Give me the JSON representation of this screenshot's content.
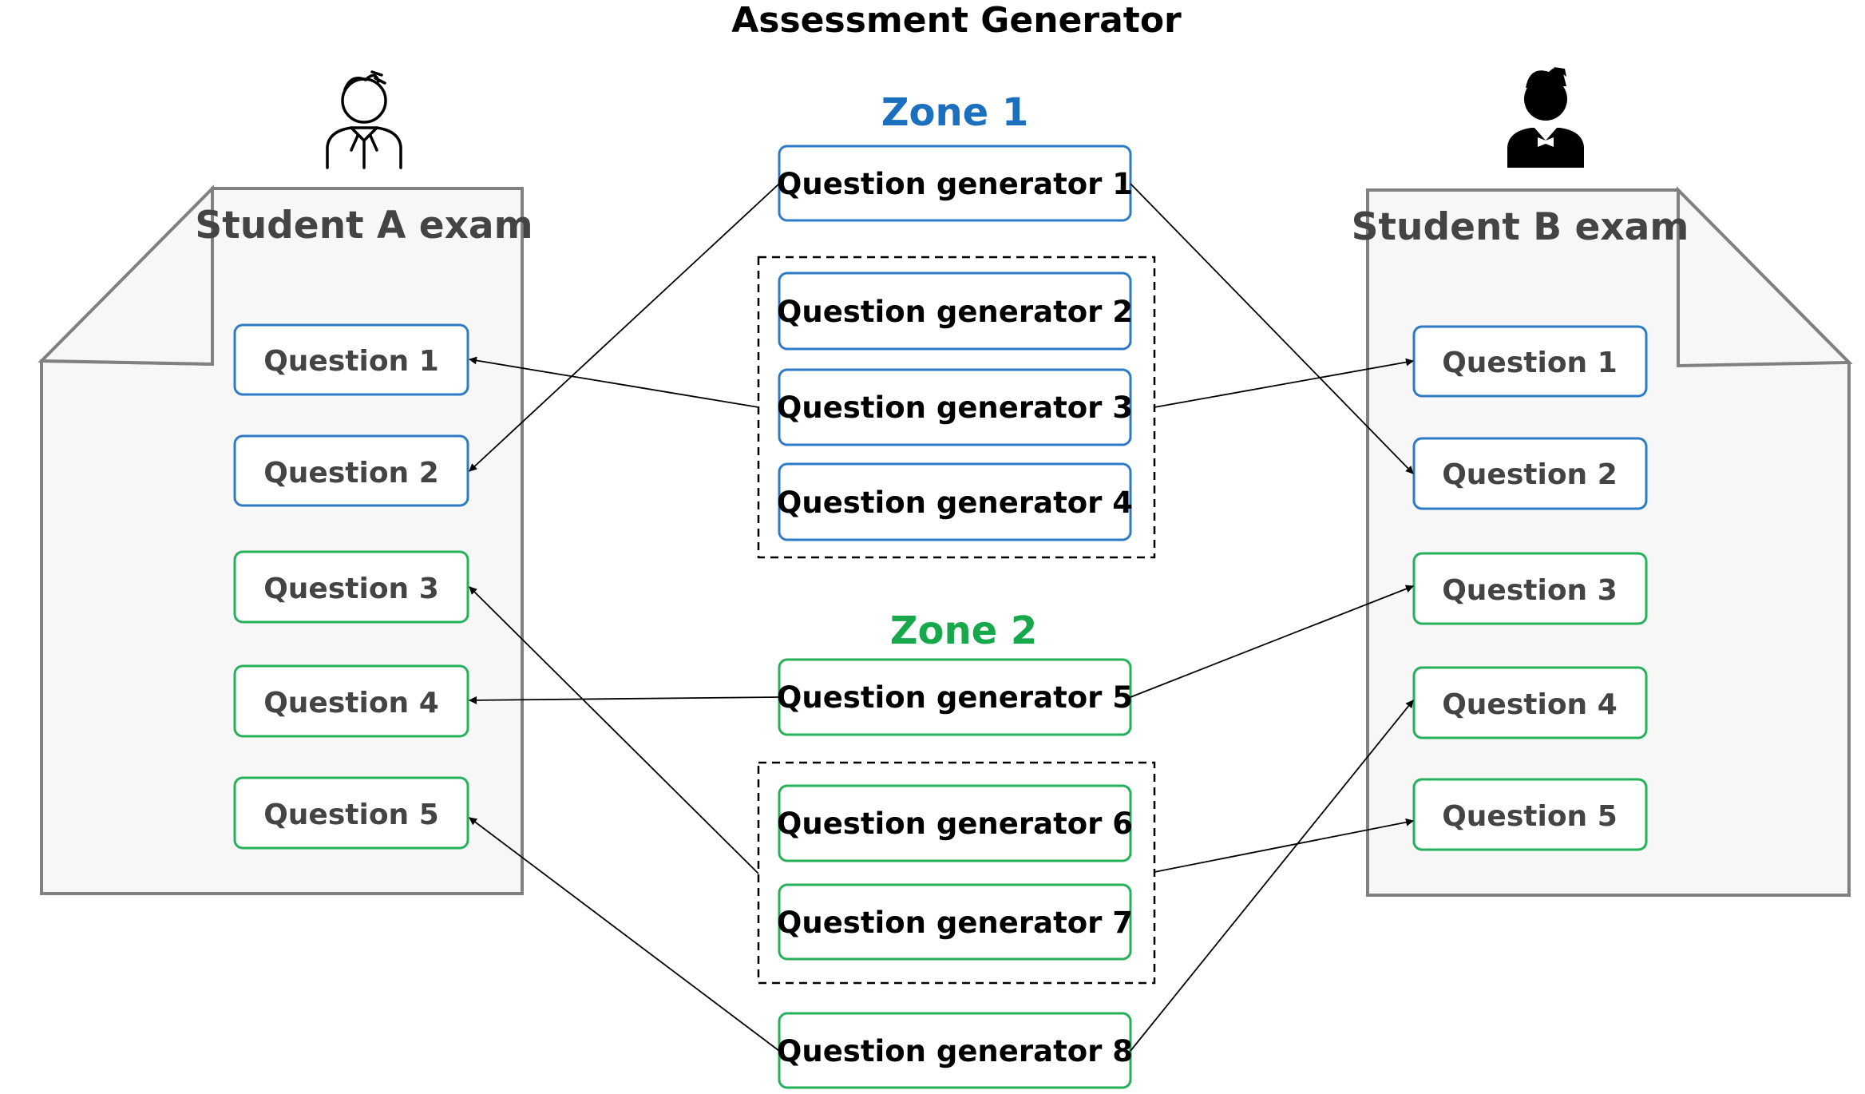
{
  "title": "Assessment Generator",
  "colors": {
    "zone1": "#1a6fbf",
    "zone2": "#18a84c",
    "zone1_border": "#2d7bc4",
    "zone2_border": "#25b05a"
  },
  "zones": [
    {
      "label": "Zone 1",
      "generators": [
        "Question generator 1",
        "Question generator 2",
        "Question generator 3",
        "Question generator 4"
      ]
    },
    {
      "label": "Zone 2",
      "generators": [
        "Question generator 5",
        "Question generator 6",
        "Question generator 7",
        "Question generator 8"
      ]
    }
  ],
  "students": [
    {
      "name": "Student A exam",
      "icon": "student-outline-icon",
      "questions": [
        "Question 1",
        "Question 2",
        "Question 3",
        "Question 4",
        "Question 5"
      ]
    },
    {
      "name": "Student B exam",
      "icon": "student-filled-icon",
      "questions": [
        "Question 1",
        "Question 2",
        "Question 3",
        "Question 4",
        "Question 5"
      ]
    }
  ],
  "connections": [
    {
      "from": "Question generator 1",
      "to": "Student A exam / Question 2"
    },
    {
      "from": "Question generator 1",
      "to": "Student B exam / Question 2"
    },
    {
      "from": "Question generator 3",
      "to": "Student A exam / Question 1"
    },
    {
      "from": "Question generator 3",
      "to": "Student B exam / Question 1"
    },
    {
      "from": "Question generator 5",
      "to": "Student A exam / Question 4"
    },
    {
      "from": "Question generator 5",
      "to": "Student B exam / Question 3"
    },
    {
      "from": "Question generator 6",
      "to": "Student B exam / Question 5"
    },
    {
      "from": "Question generator 7",
      "to": "Student A exam / Question 3"
    },
    {
      "from": "Question generator 8",
      "to": "Student A exam / Question 5"
    },
    {
      "from": "Question generator 8",
      "to": "Student B exam / Question 4"
    }
  ]
}
